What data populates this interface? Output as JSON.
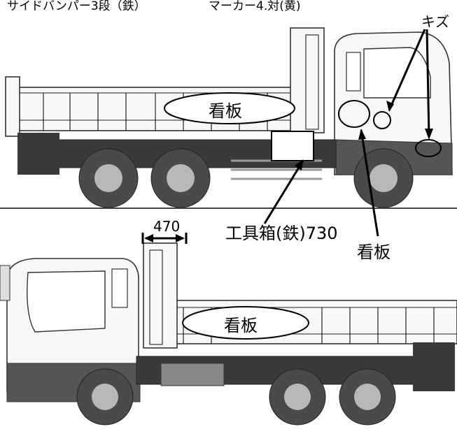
{
  "header": {
    "left_note": "サイドバンパー3段（鉄）",
    "right_note": "マーカー4.対(黄)"
  },
  "annotations": {
    "scratch_label": "キズ",
    "signboard_label": "看板",
    "toolbox_label": "工具箱(鉄)730",
    "dimension_value": "470"
  },
  "side_views": {
    "right_side_panel": "看板",
    "left_side_panel": "看板"
  },
  "colors": {
    "outline": "#222222",
    "chassis": "#3a3a3a",
    "tire": "#4a4a4a",
    "hub": "#b8b8b8"
  }
}
